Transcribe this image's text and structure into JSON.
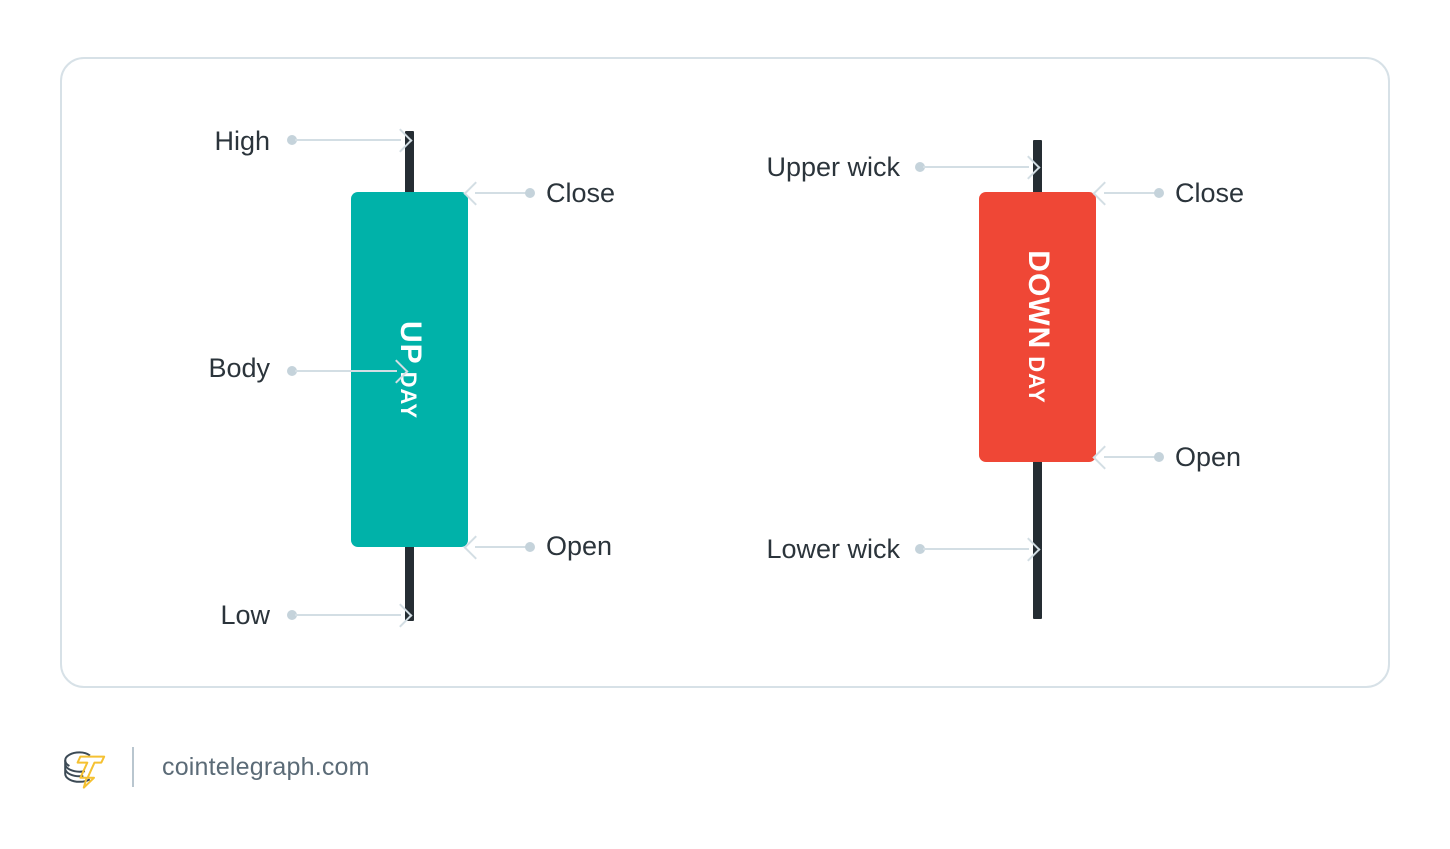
{
  "chart_data": {
    "type": "diagram",
    "title": "Candlestick anatomy",
    "candles": [
      {
        "id": "up-day",
        "name": "UP DAY",
        "direction": "up",
        "color": "#00b2a9",
        "wick_color": "#252d33",
        "name_parts": {
          "first": "UP",
          "second": "DAY"
        },
        "annotations": [
          {
            "key": "high",
            "label": "High",
            "side": "left",
            "target": "upper wick top"
          },
          {
            "key": "close",
            "label": "Close",
            "side": "right",
            "target": "body top"
          },
          {
            "key": "body",
            "label": "Body",
            "side": "left",
            "target": "body middle"
          },
          {
            "key": "open",
            "label": "Open",
            "side": "right",
            "target": "body bottom"
          },
          {
            "key": "low",
            "label": "Low",
            "side": "left",
            "target": "lower wick bottom"
          }
        ]
      },
      {
        "id": "down-day",
        "name": "DOWN DAY",
        "direction": "down",
        "color": "#ef4736",
        "wick_color": "#252d33",
        "name_parts": {
          "first": "DOWN",
          "second": "DAY"
        },
        "annotations": [
          {
            "key": "upper-wick",
            "label": "Upper wick",
            "side": "left",
            "target": "upper wick"
          },
          {
            "key": "close",
            "label": "Close",
            "side": "right",
            "target": "body top"
          },
          {
            "key": "open",
            "label": "Open",
            "side": "right",
            "target": "body bottom"
          },
          {
            "key": "lower-wick",
            "label": "Lower wick",
            "side": "left",
            "target": "lower wick"
          }
        ]
      }
    ]
  },
  "up_candle": {
    "day_label_big": "UP",
    "day_label_small": "DAY",
    "high": "High",
    "close": "Close",
    "body": "Body",
    "open": "Open",
    "low": "Low"
  },
  "down_candle": {
    "day_label_big": "DOWN",
    "day_label_small": "DAY",
    "upper_wick": "Upper wick",
    "close": "Close",
    "open": "Open",
    "lower_wick": "Lower wick"
  },
  "footer": {
    "url": "cointelegraph.com",
    "logo_name": "cointelegraph-logo"
  },
  "colors": {
    "up": "#00b2a9",
    "down": "#ef4736",
    "wick": "#252d33",
    "connector": "#d3dee4",
    "dot": "#c5d3db",
    "card_border": "#d7e1e7",
    "text": "#2b343b",
    "footer_text": "#5b6b77",
    "logo_gold": "#f5c132"
  }
}
